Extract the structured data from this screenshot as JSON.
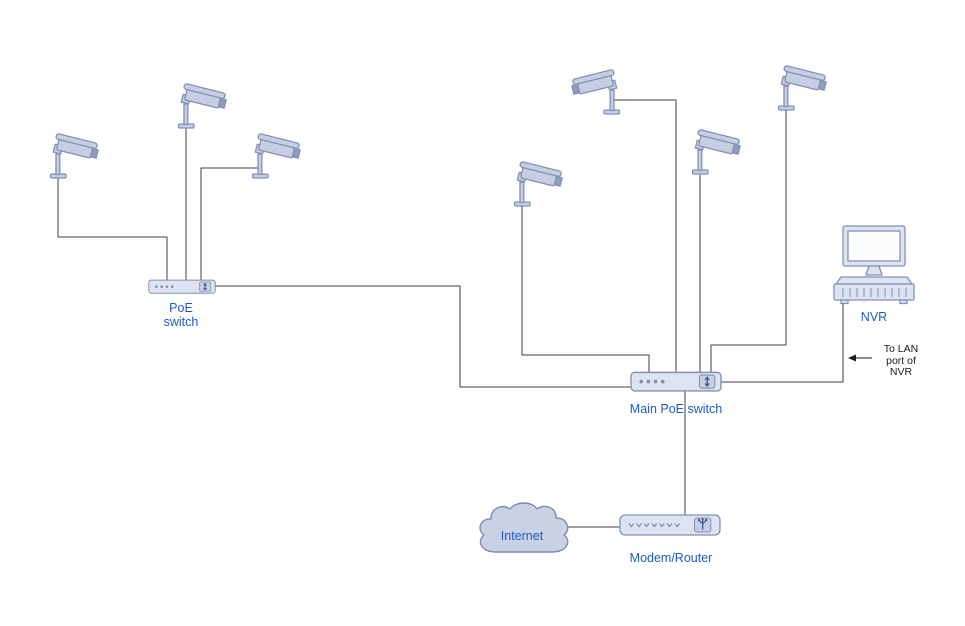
{
  "diagram": {
    "type": "cctv-network-topology",
    "background": "#ffffff",
    "labels": {
      "poe_switch": "PoE\nswitch",
      "main_poe_switch": "Main PoE switch",
      "nvr": "NVR",
      "nvr_note": "To LAN\nport of\nNVR",
      "internet": "Internet",
      "modem_router": "Modem/Router"
    },
    "colors": {
      "label_text": "#1e5bc6",
      "note_text": "#1a1a1a",
      "shape_fill": "#c6cfe2",
      "panel_fill": "#dde3f0",
      "shape_stroke": "#8290b4",
      "icon_accent": "#44598f",
      "cable": "#3f3f3f"
    },
    "nodes": [
      {
        "id": "camera-1",
        "type": "cctv-camera",
        "label": ""
      },
      {
        "id": "camera-2",
        "type": "cctv-camera",
        "label": ""
      },
      {
        "id": "camera-3",
        "type": "cctv-camera",
        "label": ""
      },
      {
        "id": "camera-4",
        "type": "cctv-camera",
        "label": ""
      },
      {
        "id": "camera-5",
        "type": "cctv-camera",
        "label": ""
      },
      {
        "id": "camera-6",
        "type": "cctv-camera",
        "label": ""
      },
      {
        "id": "camera-7",
        "type": "cctv-camera",
        "label": ""
      },
      {
        "id": "poe-switch",
        "type": "switch",
        "label": "PoE switch"
      },
      {
        "id": "main-poe-switch",
        "type": "switch",
        "label": "Main PoE switch"
      },
      {
        "id": "nvr",
        "type": "nvr",
        "label": "NVR"
      },
      {
        "id": "internet",
        "type": "cloud",
        "label": "Internet"
      },
      {
        "id": "modem-router",
        "type": "modem",
        "label": "Modem/Router"
      }
    ],
    "connections": [
      {
        "from": "camera-1",
        "to": "poe-switch"
      },
      {
        "from": "camera-2",
        "to": "poe-switch"
      },
      {
        "from": "camera-3",
        "to": "poe-switch"
      },
      {
        "from": "poe-switch",
        "to": "main-poe-switch"
      },
      {
        "from": "camera-4",
        "to": "main-poe-switch"
      },
      {
        "from": "camera-5",
        "to": "main-poe-switch"
      },
      {
        "from": "camera-6",
        "to": "main-poe-switch"
      },
      {
        "from": "camera-7",
        "to": "main-poe-switch"
      },
      {
        "from": "main-poe-switch",
        "to": "nvr",
        "note": "To LAN port of NVR"
      },
      {
        "from": "main-poe-switch",
        "to": "modem-router"
      },
      {
        "from": "internet",
        "to": "modem-router"
      }
    ]
  }
}
